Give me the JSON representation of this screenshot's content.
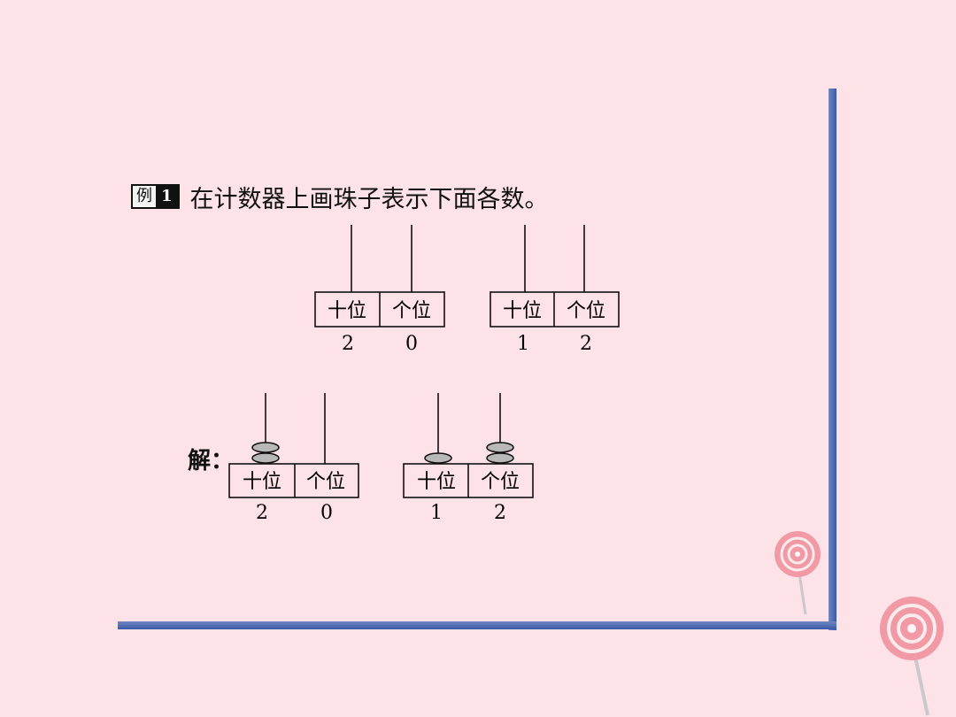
{
  "example": {
    "badge_label": "例",
    "badge_number": "1",
    "instruction": "在计数器上画珠子表示下面各数。"
  },
  "answer_label": "解：",
  "place_labels": {
    "tens": "十位",
    "ones": "个位"
  },
  "question_counters": [
    {
      "tens_digit": "2",
      "ones_digit": "0"
    },
    {
      "tens_digit": "1",
      "ones_digit": "2"
    }
  ],
  "answer_counters": [
    {
      "tens_digit": "2",
      "ones_digit": "0",
      "tens_beads": 2,
      "ones_beads": 0
    },
    {
      "tens_digit": "1",
      "ones_digit": "2",
      "tens_beads": 1,
      "ones_beads": 2
    }
  ],
  "colors": {
    "background": "#fde2e8",
    "frame": "#4a67b0",
    "bead": "#b8b8b8",
    "lollipop": "#f19aa5"
  }
}
